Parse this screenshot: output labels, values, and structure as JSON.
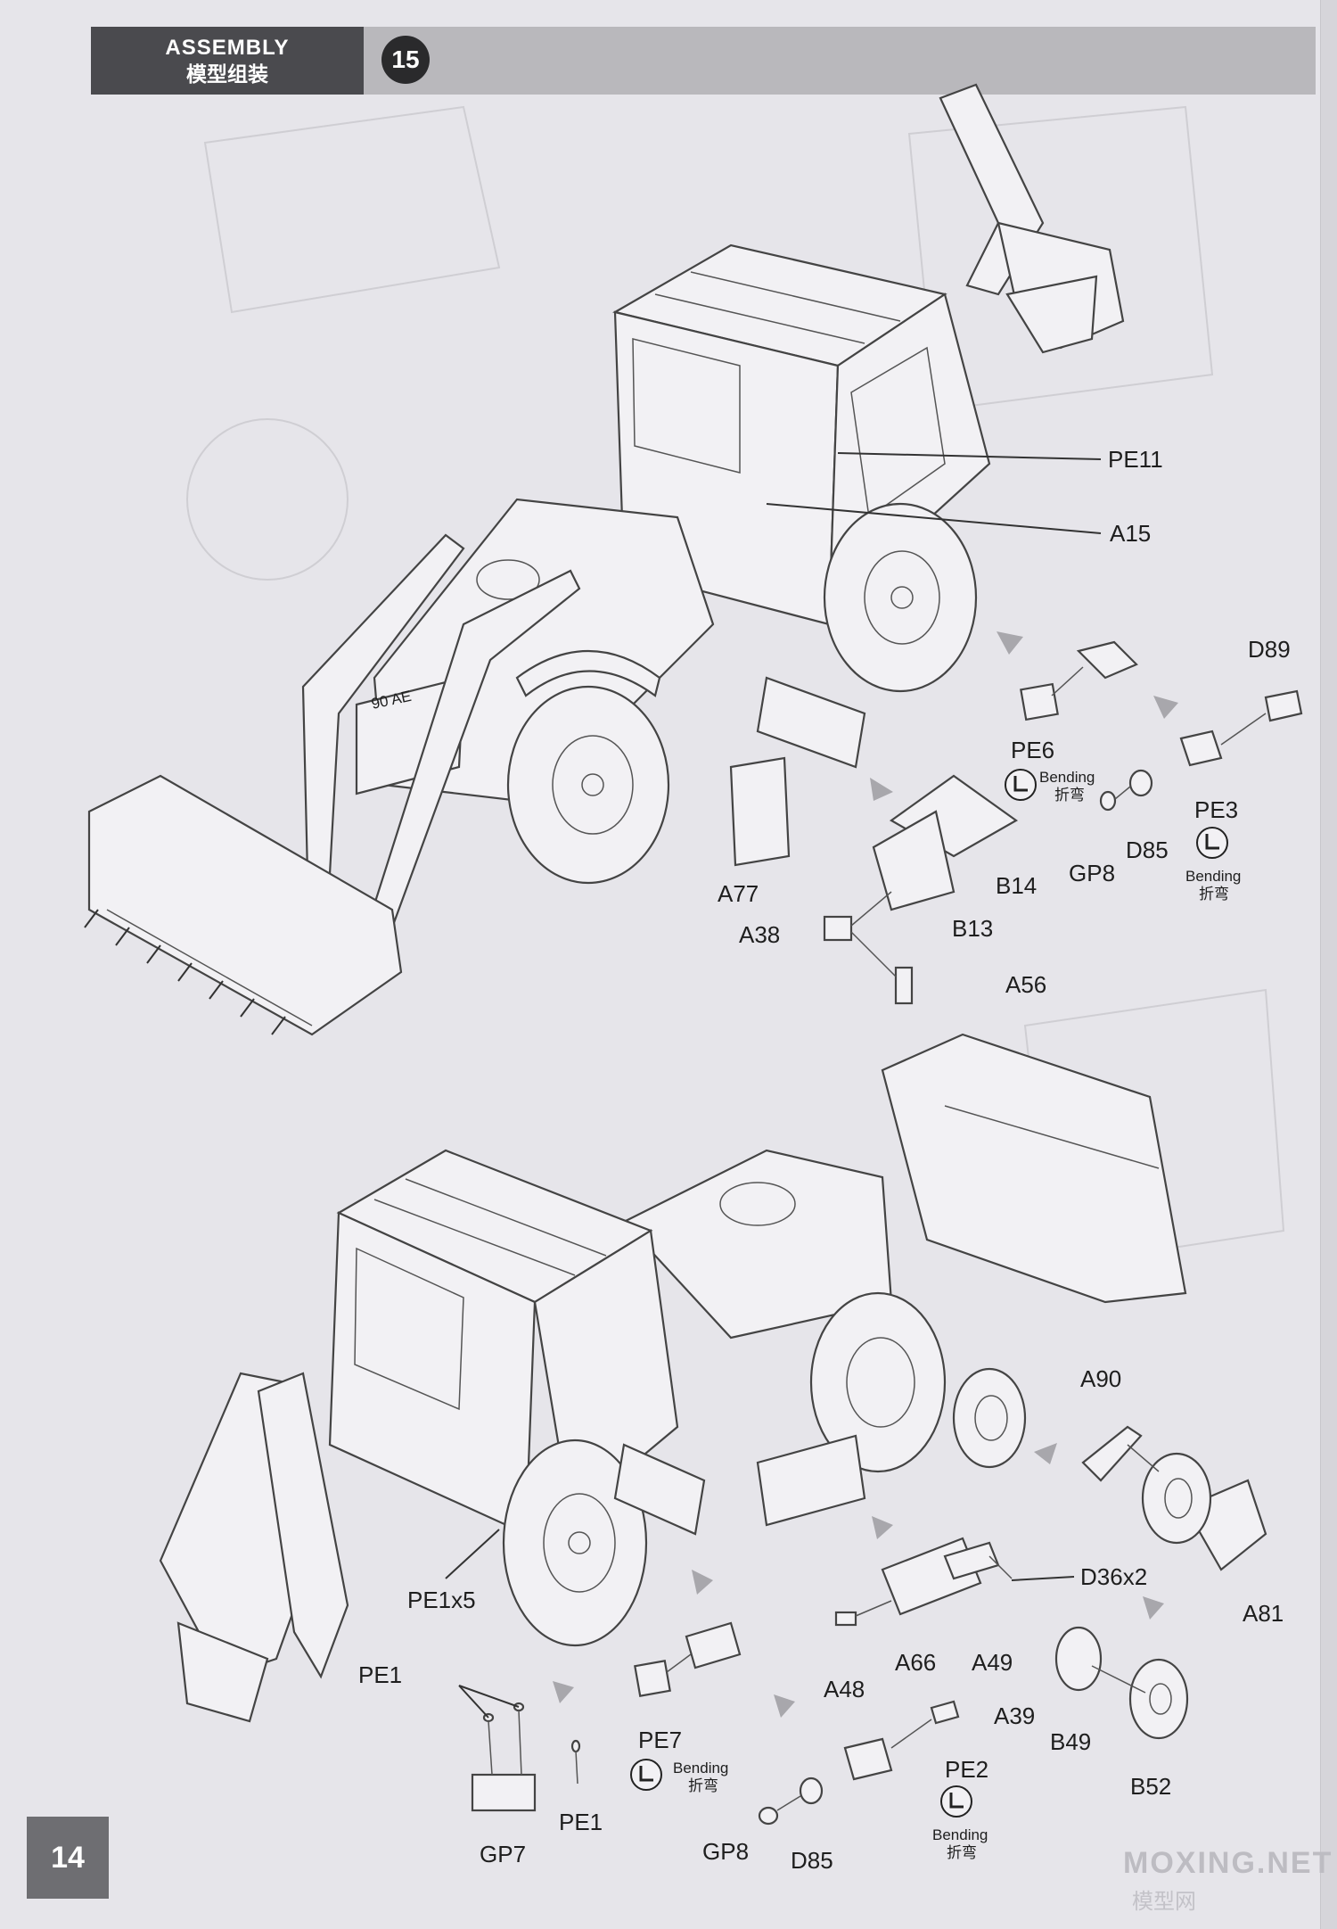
{
  "header": {
    "title_en": "ASSEMBLY",
    "title_zh": "模型组装",
    "step_number": "15"
  },
  "page_number": "14",
  "watermark": {
    "text": "MOXING.NET",
    "sub": "模型网"
  },
  "upper_view": {
    "labels": {
      "pe11": "PE11",
      "a15": "A15",
      "d89": "D89",
      "pe6": "PE6",
      "pe3": "PE3",
      "gp8": "GP8",
      "d85": "D85",
      "a77": "A77",
      "b14": "B14",
      "b13": "B13",
      "a38": "A38",
      "a56": "A56"
    },
    "bending_notes": [
      {
        "en": "Bending",
        "zh": "折弯"
      },
      {
        "en": "Bending",
        "zh": "折弯"
      }
    ]
  },
  "lower_view": {
    "labels": {
      "a90": "A90",
      "pe1x5": "PE1x5",
      "d36x2": "D36x2",
      "a81": "A81",
      "a66": "A66",
      "a49": "A49",
      "a48": "A48",
      "pe1_top": "PE1",
      "pe7": "PE7",
      "a39": "A39",
      "b49": "B49",
      "pe2": "PE2",
      "b52": "B52",
      "pe1_bottom": "PE1",
      "gp7": "GP7",
      "gp8": "GP8",
      "d85": "D85"
    },
    "bending_notes": [
      {
        "en": "Bending",
        "zh": "折弯"
      },
      {
        "en": "Bending",
        "zh": "折弯"
      }
    ]
  }
}
